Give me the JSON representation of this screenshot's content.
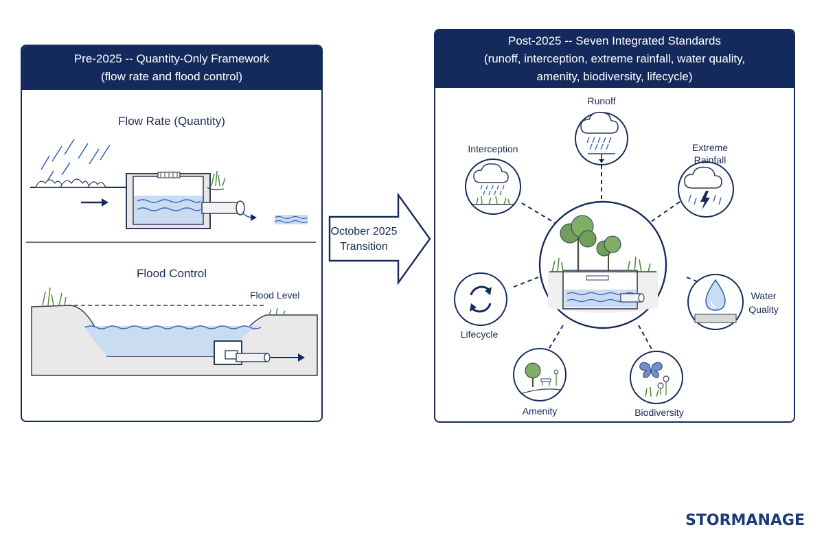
{
  "left_panel": {
    "header_line1": "Pre-2025 -- Quantity-Only Framework",
    "header_line2": "(flow rate and flood control)",
    "section1_title": "Flow Rate (Quantity)",
    "section2_title": "Flood Control",
    "flood_level_label": "Flood Level"
  },
  "transition": {
    "line1": "October 2025",
    "line2": "Transition"
  },
  "right_panel": {
    "header_line1": "Post-2025 -- Seven Integrated Standards",
    "header_line2": "(runoff, interception, extreme rainfall, water quality,",
    "header_line3": "amenity, biodiversity, lifecycle)",
    "standards": [
      {
        "label": "Runoff",
        "icon": "rain-cloud-icon"
      },
      {
        "label": "Interception",
        "icon": "interception-icon"
      },
      {
        "label1": "Extreme",
        "label2": "Rainfall",
        "icon": "storm-cloud-icon"
      },
      {
        "label1": "Water",
        "label2": "Quality",
        "icon": "water-drop-icon"
      },
      {
        "label": "Biodiversity",
        "icon": "butterfly-icon"
      },
      {
        "label": "Amenity",
        "icon": "park-icon"
      },
      {
        "label": "Lifecycle",
        "icon": "cycle-arrows-icon"
      }
    ]
  },
  "brand": "STORMANAGE",
  "colors": {
    "navy": "#142a5c",
    "water": "#c9dcf2",
    "wave": "#3a63b8",
    "green": "#4f8a3a"
  }
}
